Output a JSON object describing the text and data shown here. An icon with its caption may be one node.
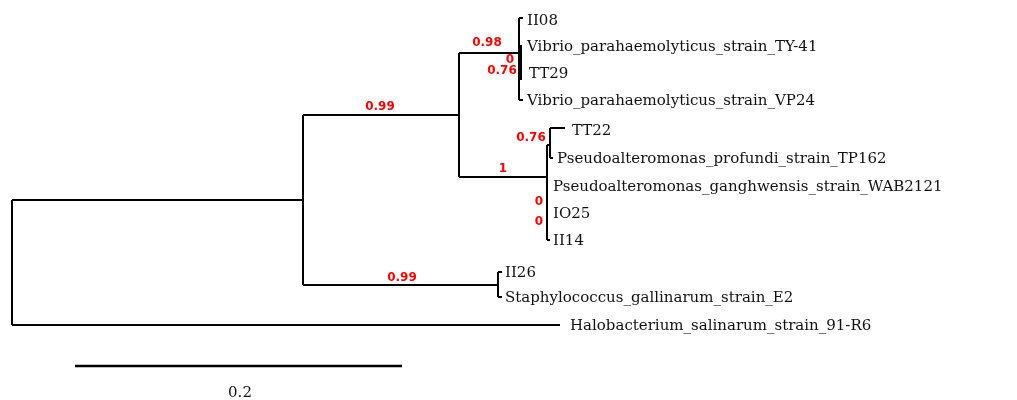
{
  "diagram": {
    "labels": [
      "II08",
      "0.98",
      "Vibrio_parahaemolyticus_strain_TY-41",
      "0",
      "0.76",
      "TT29",
      "0.99",
      "Vibrio_parahaemolyticus_strain_VP24",
      "0.76",
      "TT22",
      "Pseudoalteromonas_profundi_strain_TP162",
      "1",
      "Pseudoalteromonas_ganghwensis_strain_WAB2121",
      "0",
      "IO25",
      "0",
      "II14",
      "II26",
      "0.99",
      "Staphylococcus_gallinarum_strain_E2",
      "Halobacterium_salinarum_strain_91-R6",
      "0.2"
    ]
  }
}
